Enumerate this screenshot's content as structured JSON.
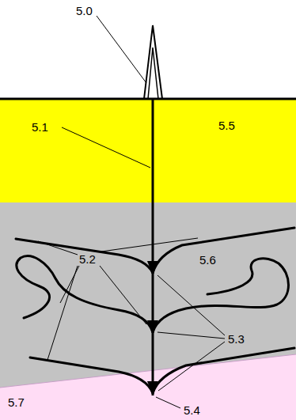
{
  "diagram": {
    "labels": [
      "5.0",
      "5.1",
      "5.2",
      "5.3",
      "5.4",
      "5.5",
      "5.6",
      "5.7"
    ]
  }
}
